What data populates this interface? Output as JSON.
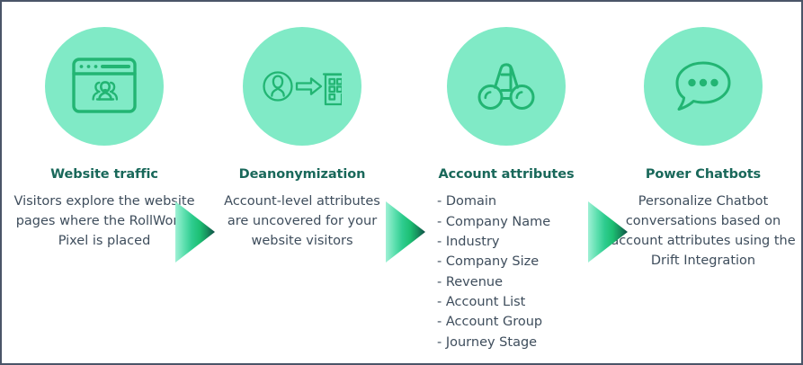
{
  "theme": {
    "border_color": "#4A5568",
    "circle_fill": "#80EAC6",
    "icon_stroke": "#22B573",
    "heading_color": "#19685A",
    "body_color": "#3E4D5C",
    "arrow_gradient": [
      "#9FF0D5",
      "#2ECC8F",
      "#1DBF73",
      "#17A25F",
      "#0F4D45"
    ]
  },
  "steps": [
    {
      "icon": "browser-window-with-people-icon",
      "heading": "Website traffic",
      "body": "Visitors explore the website pages where the RollWorks Pixel is placed"
    },
    {
      "icon": "person-to-company-arrow-icon",
      "heading": "Deanonymization",
      "body": "Account-level attributes are uncovered for your website visitors"
    },
    {
      "icon": "binoculars-icon",
      "heading": "Account attributes",
      "items": [
        "- Domain",
        "- Company Name",
        "- Industry",
        "- Company Size",
        "- Revenue",
        "- Account List",
        "- Account Group",
        "- Journey Stage"
      ]
    },
    {
      "icon": "chat-bubble-dots-icon",
      "heading": "Power Chatbots",
      "body": "Personalize Chatbot conversations based on account attributes using the Drift Integration"
    }
  ],
  "arrows": [
    {
      "name": "flow-arrow-1"
    },
    {
      "name": "flow-arrow-2"
    },
    {
      "name": "flow-arrow-3"
    }
  ]
}
